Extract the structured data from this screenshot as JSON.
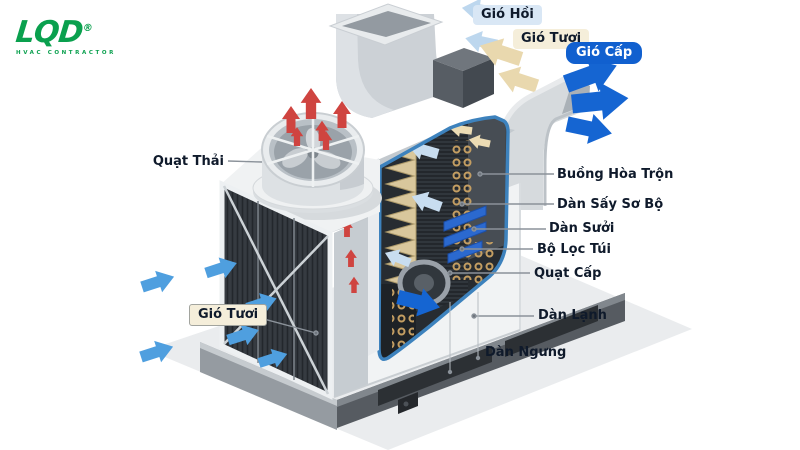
{
  "brand": {
    "name": "LQD",
    "registered": "®",
    "tagline": "HVAC CONTRACTOR",
    "color": "#0aa04e"
  },
  "airflows": {
    "return_air": {
      "label": "Gió Hồi",
      "arrow_color": "#bdd7ee"
    },
    "fresh_air_top": {
      "label": "Gió Tươi",
      "arrow_color": "#e9d8ae"
    },
    "supply_air": {
      "label": "Gió Cấp",
      "arrow_color": "#1565d2"
    },
    "fresh_air_left": {
      "label": "Gió Tươi",
      "arrow_color": "#4f9fdf"
    }
  },
  "components": {
    "quat_thai": "Quạt Thải",
    "buong_hoa_tron": "Buồng Hòa Trộn",
    "dan_say_so_bo": "Dàn Sấy Sơ Bộ",
    "dan_suoi": "Dàn Sưởi",
    "bo_loc_tui": "Bộ Lọc Túi",
    "quat_cap": "Quạt Cấp",
    "dan_lanh": "Dàn Lạnh",
    "dan_ngung": "Dàn Ngưng"
  },
  "colors": {
    "exhaust_arrow": "#cf4440",
    "cutaway_outline": "#3d82bd",
    "chip_light_blue": "#d9e7f5",
    "chip_cream": "#f5eeda",
    "chip_blue": "#1160cf",
    "label_text": "#0f1a2b"
  }
}
